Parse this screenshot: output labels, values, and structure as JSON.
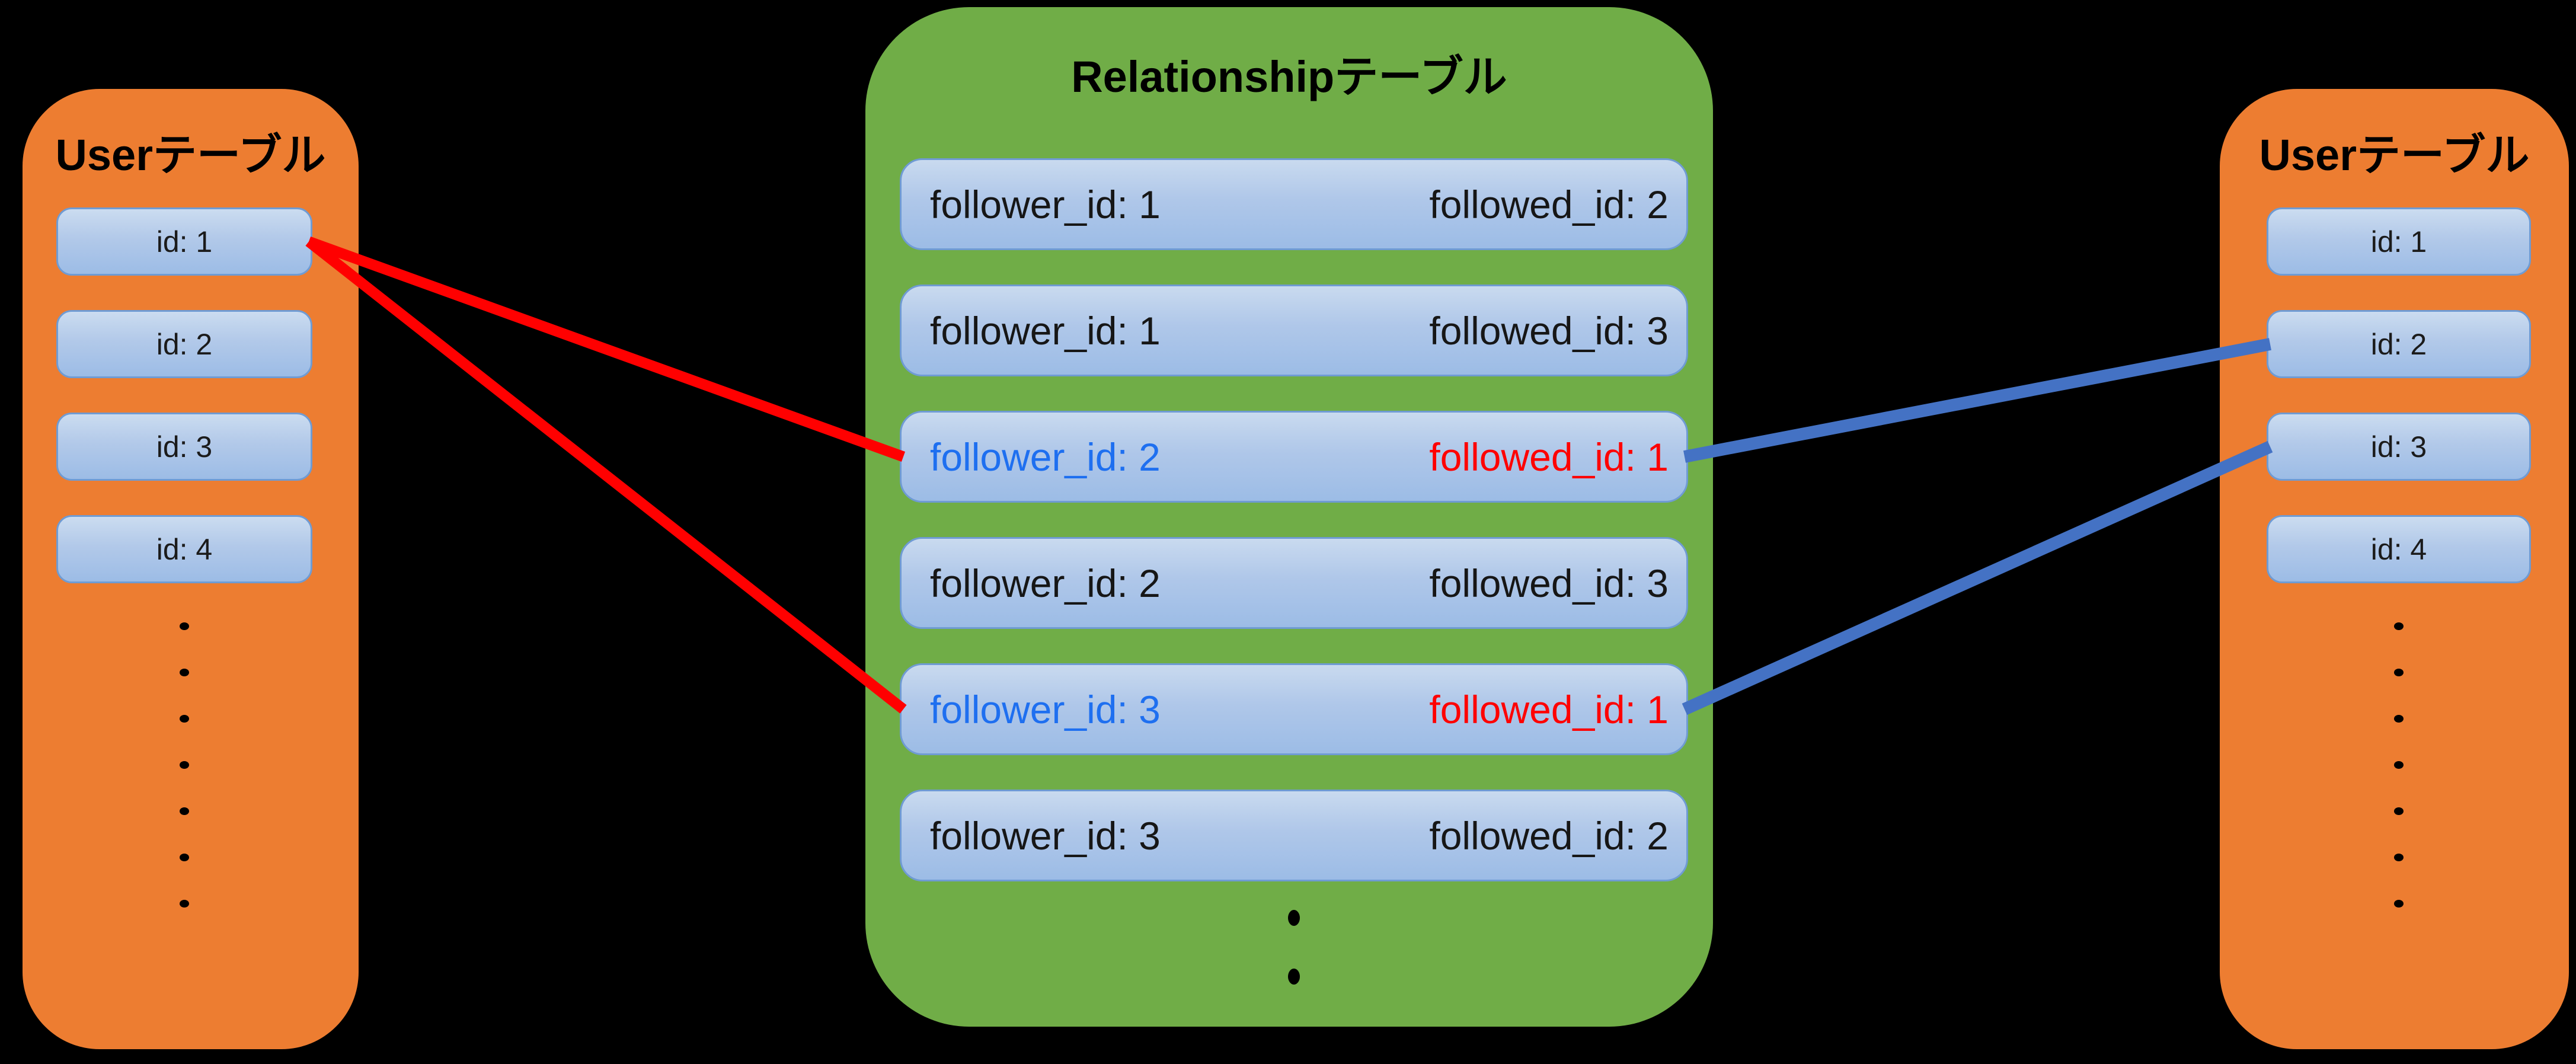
{
  "left_user_table": {
    "title": "Userテーブル",
    "rows": [
      "id: 1",
      "id: 2",
      "id: 3",
      "id: 4"
    ],
    "continuation_dots": 7
  },
  "relationship_table": {
    "title": "Relationshipテーブル",
    "rows": [
      {
        "follower": "follower_id: 1",
        "followed": "followed_id: 2",
        "highlight": false
      },
      {
        "follower": "follower_id: 1",
        "followed": "followed_id: 3",
        "highlight": false
      },
      {
        "follower": "follower_id: 2",
        "followed": "followed_id: 1",
        "highlight": true
      },
      {
        "follower": "follower_id: 2",
        "followed": "followed_id: 3",
        "highlight": false
      },
      {
        "follower": "follower_id: 3",
        "followed": "followed_id: 1",
        "highlight": true
      },
      {
        "follower": "follower_id: 3",
        "followed": "followed_id: 2",
        "highlight": false
      }
    ],
    "continuation_dots": 2
  },
  "right_user_table": {
    "title": "Userテーブル",
    "rows": [
      "id: 1",
      "id: 2",
      "id: 3",
      "id: 4"
    ],
    "continuation_dots": 7
  },
  "colors": {
    "background": "#000000",
    "user_panel": "#ED7D31",
    "relationship_panel": "#70AD47",
    "row_box_border": "#6F9BD3",
    "follower_highlight_text": "#1E6FF0",
    "followed_highlight_text": "#FF0000",
    "red_line": "#FF0000",
    "blue_line": "#4472C4"
  },
  "connections": [
    {
      "from": {
        "table": "relationship",
        "row": 2,
        "side": "left"
      },
      "to": {
        "table": "left_user",
        "row": 0,
        "side": "right"
      },
      "color_key": "red_line"
    },
    {
      "from": {
        "table": "relationship",
        "row": 4,
        "side": "left"
      },
      "to": {
        "table": "left_user",
        "row": 0,
        "side": "right"
      },
      "color_key": "red_line"
    },
    {
      "from": {
        "table": "relationship",
        "row": 2,
        "side": "right"
      },
      "to": {
        "table": "right_user",
        "row": 1,
        "side": "left"
      },
      "color_key": "blue_line"
    },
    {
      "from": {
        "table": "relationship",
        "row": 4,
        "side": "right"
      },
      "to": {
        "table": "right_user",
        "row": 2,
        "side": "left"
      },
      "color_key": "blue_line"
    }
  ]
}
